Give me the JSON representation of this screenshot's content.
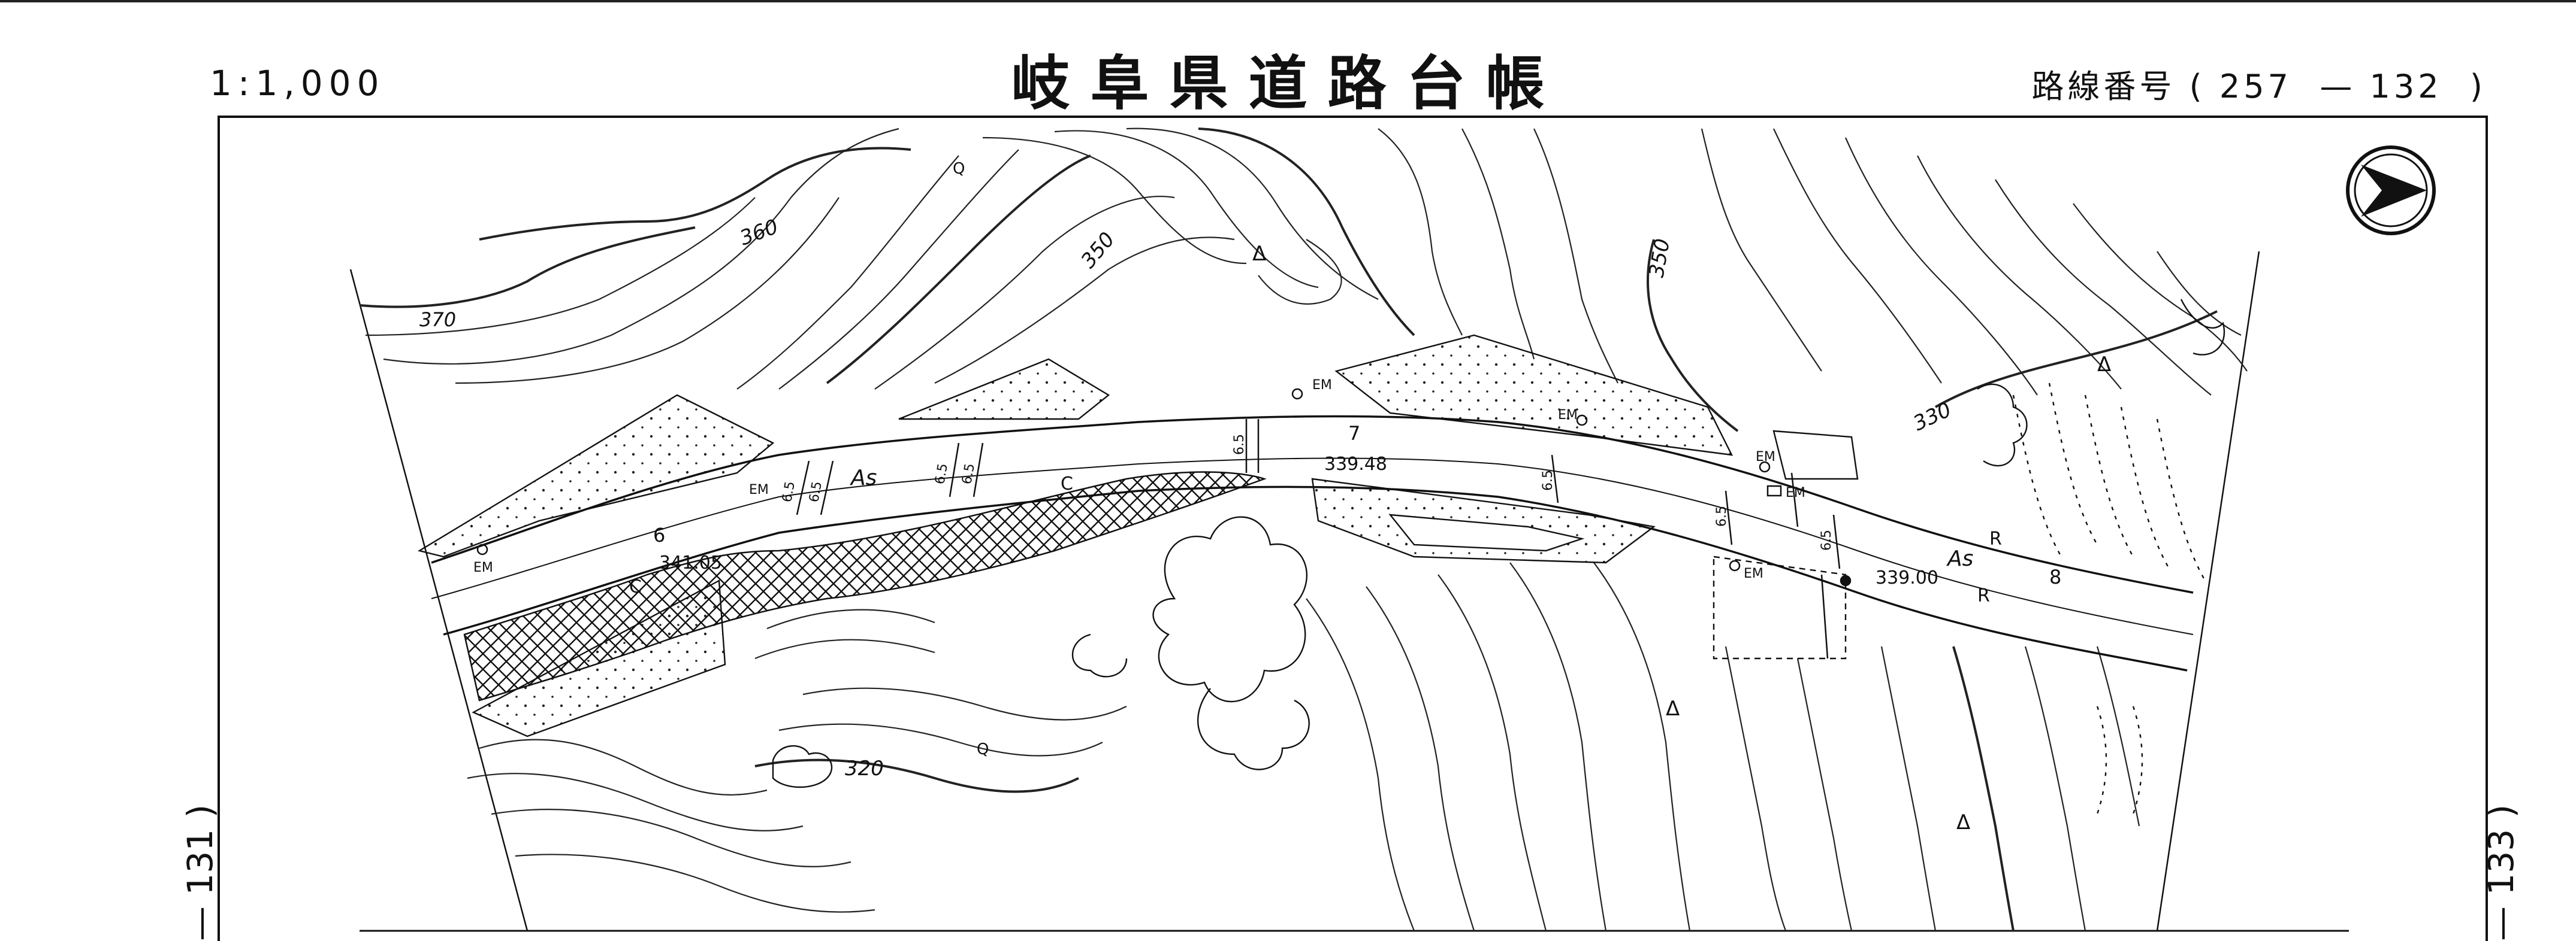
{
  "header": {
    "scale": "1:1,000",
    "title": "岐阜県道路台帳",
    "route_label": "路線番号",
    "route_open": "(",
    "route_number": "257",
    "route_dash": "—",
    "route_sheet": "132",
    "route_close": ")"
  },
  "margins": {
    "left_sheet": "— 131 )",
    "right_sheet": "— 133 )"
  },
  "map_labels": {
    "contours": [
      "370",
      "360",
      "350",
      "350",
      "330",
      "320"
    ],
    "stations": [
      "6",
      "7",
      "8"
    ],
    "elevations": [
      "341.05",
      "339.48",
      "339.00"
    ],
    "em_markers": [
      "EM",
      "EM",
      "EM",
      "EM",
      "EM",
      "EM",
      "EM"
    ],
    "surface": [
      "As",
      "As"
    ],
    "curb": [
      "C",
      "C",
      "R",
      "R"
    ],
    "widths": [
      "6.5",
      "6.5",
      "6.5",
      "6.5",
      "6.5",
      "6.5",
      "6.5",
      "6.5"
    ],
    "plot_marks": [
      "Q",
      "Q"
    ],
    "fill_marks": [
      "Δ",
      "Δ",
      "Δ",
      "Δ"
    ]
  },
  "icons": {
    "compass": "north-arrow-icon"
  }
}
